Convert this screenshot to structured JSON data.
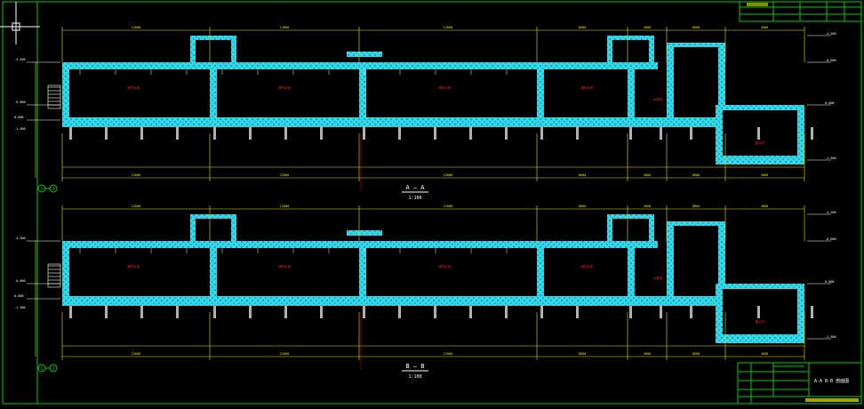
{
  "drawing": {
    "colors": {
      "background": "#000000",
      "frame": "#00d000",
      "concrete": "#30d8e8",
      "dimension": "#e8e800",
      "room_label": "#ff2020",
      "text": "#ffffff",
      "axis": "#c00000"
    },
    "section_1": {
      "title": "A — A",
      "scale": "1:100",
      "axis_marks": [
        "1",
        "9"
      ],
      "dims": [
        "12000",
        "12000",
        "12000",
        "8800",
        "4000",
        "8800",
        "4000"
      ],
      "levels": [
        "-4.200",
        "-0.600",
        "0.000",
        "-1.500"
      ]
    },
    "section_2": {
      "title": "B — B",
      "scale": "1:100",
      "axis_marks": [
        "1",
        "2"
      ],
      "dims": [
        "12000",
        "12000",
        "12000",
        "8800",
        "4000",
        "8800",
        "4000"
      ],
      "levels": [
        "-4.200",
        "-0.600",
        "0.000",
        "-1.500"
      ]
    },
    "rooms": [
      "消防水池",
      "消防水池",
      "消防水池",
      "消防水池",
      "水泵房",
      "集水坑"
    ],
    "title_block": {
      "top_caption": "",
      "drawing_name": "A-A B-B 剖面图",
      "project_no": ""
    }
  }
}
